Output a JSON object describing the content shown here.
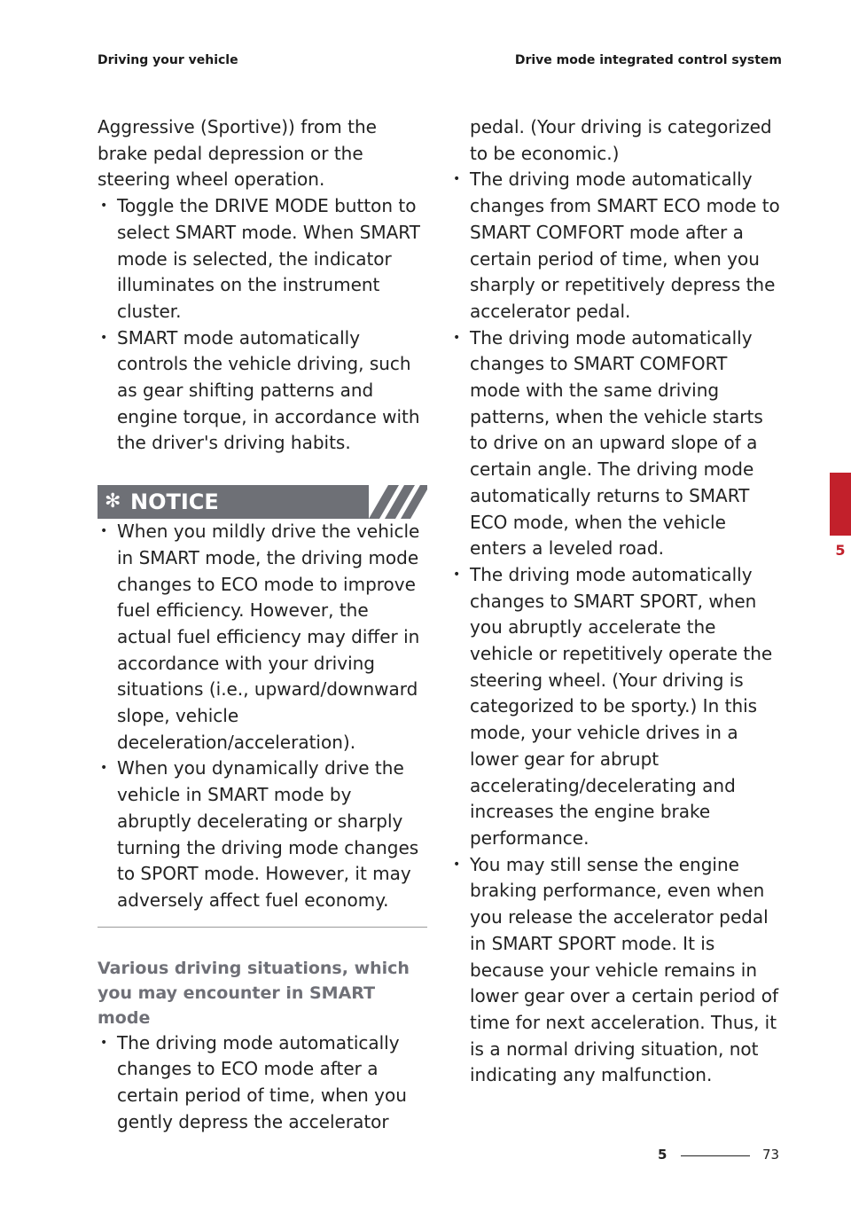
{
  "header": {
    "left": "Driving your vehicle",
    "right": "Drive mode integrated control system"
  },
  "left_column": {
    "intro": "Aggressive (Sportive)) from the brake pedal depression or the steering wheel operation.",
    "bullets": [
      "Toggle the DRIVE MODE button to select SMART mode. When SMART mode is selected, the indicator illuminates on the instrument cluster.",
      "SMART mode automatically controls the vehicle driving, such as gear shifting patterns and engine torque, in accordance with the driver's driving habits."
    ],
    "notice": {
      "icon": "asterisk-icon",
      "title": "NOTICE",
      "bullets": [
        "When you mildly drive the vehicle in SMART mode, the driving mode changes to ECO mode to improve fuel efficiency. However, the actual fuel efficiency may differ in accordance with your driving situations (i.e., upward/downward slope, vehicle deceleration/acceleration).",
        "When you dynamically drive the vehicle in SMART mode by abruptly decelerating or sharply turning the driving mode changes to SPORT mode. However, it may adversely affect fuel economy."
      ]
    },
    "subheading": "Various driving situations, which you may encounter in SMART mode",
    "bullets2": [
      "The driving mode automatically changes to ECO mode after a certain period of time, when you gently depress the accelerator"
    ]
  },
  "right_column": {
    "continuation": "pedal. (Your driving is categorized to be economic.)",
    "bullets": [
      "The driving mode automatically changes from SMART ECO mode to SMART COMFORT mode after a certain period of time, when you sharply or repetitively depress the accelerator pedal.",
      "The driving mode automatically changes to SMART COMFORT mode with the same driving patterns, when the vehicle starts to drive on an upward slope of a certain angle. The driving mode automatically returns to SMART ECO mode, when the vehicle enters a leveled road.",
      "The driving mode automatically changes to SMART SPORT, when you abruptly accelerate the vehicle or repetitively operate the steering wheel. (Your driving is categorized to be sporty.) In this mode, your vehicle drives in a lower gear for abrupt accelerating/decelerating and increases the engine brake performance.",
      "You may still sense the engine braking performance, even when you release the accelerator pedal in SMART SPORT mode. It is because your vehicle remains in lower gear over a certain period of time for next acceleration. Thus, it is a normal driving situation, not indicating any malfunction."
    ]
  },
  "side_tab": {
    "number": "5",
    "color": "#c2202b"
  },
  "footer": {
    "section": "5",
    "page": "73"
  },
  "colors": {
    "notice_bar": "#6e7076",
    "subheading": "#6f7077",
    "accent": "#c2202b"
  }
}
